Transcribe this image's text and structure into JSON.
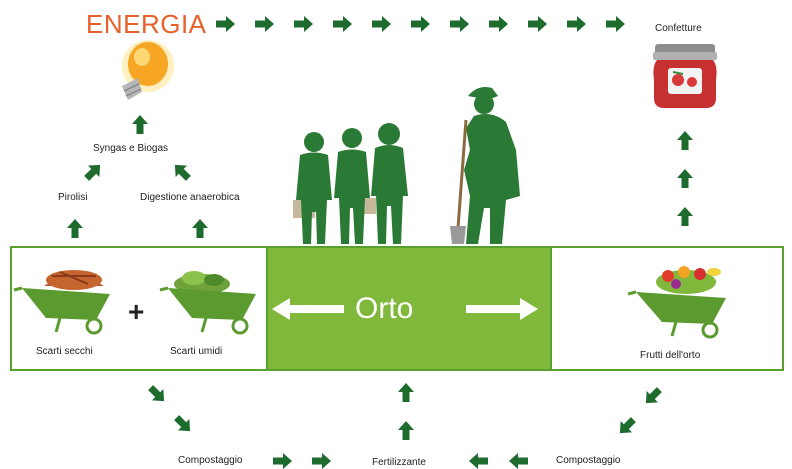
{
  "title": "ENERGIA",
  "labels": {
    "confetture": "Confetture",
    "syngas": "Syngas e Biogas",
    "pirolisi": "Pirolisi",
    "digestione": "Digestione anaerobica",
    "orto": "Orto",
    "scarti_secchi": "Scarti secchi",
    "scarti_umidi": "Scarti umidi",
    "plus": "+",
    "frutti": "Frutti dell'orto",
    "compostaggio_left": "Compostaggio",
    "fertilizzante": "Fertilizzante",
    "compostaggio_right": "Compostaggio"
  },
  "colors": {
    "arrow": "#1e6b2e",
    "energia": "#e8602c",
    "orto_fill": "#7fb83a",
    "border": "#5aa02c",
    "silhouette": "#2a7a36"
  },
  "icons": [
    "light-bulb-icon",
    "jam-jar-icon",
    "wheelbarrow-dry-waste-icon",
    "wheelbarrow-wet-waste-icon",
    "wheelbarrow-produce-icon",
    "children-silhouette-icon",
    "gardener-silhouette-icon"
  ]
}
